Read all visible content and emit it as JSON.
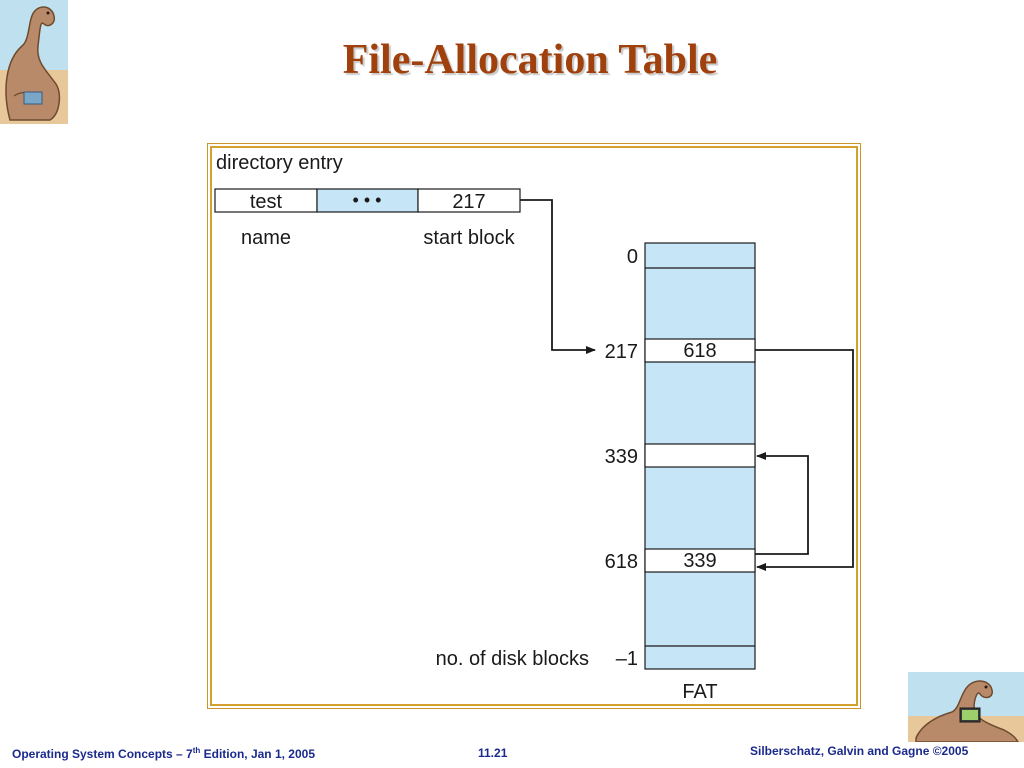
{
  "slide": {
    "title": "File-Allocation Table"
  },
  "diagram": {
    "directory_label": "directory entry",
    "entry": {
      "name_value": "test",
      "middle_value": "• • •",
      "start_value": "217"
    },
    "name_caption": "name",
    "start_caption": "start block",
    "fat_rows": {
      "index_0": "0",
      "index_217": "217",
      "value_217": "618",
      "index_339": "339",
      "index_618": "618",
      "value_618": "339",
      "last_label": "no. of disk blocks",
      "last_value": "–1"
    },
    "fat_caption": "FAT"
  },
  "footer": {
    "left_prefix": "Operating System Concepts – 7",
    "left_sup": "th",
    "left_suffix": " Edition, Jan 1, 2005",
    "page_number": "11.21",
    "copyright": "Silberschatz, Galvin and Gagne ©2005"
  },
  "colors": {
    "title": "#a0410d",
    "fat_fill": "#c6e6f7",
    "footer_text": "#1a2a8c",
    "frame": "#d4a02e"
  }
}
